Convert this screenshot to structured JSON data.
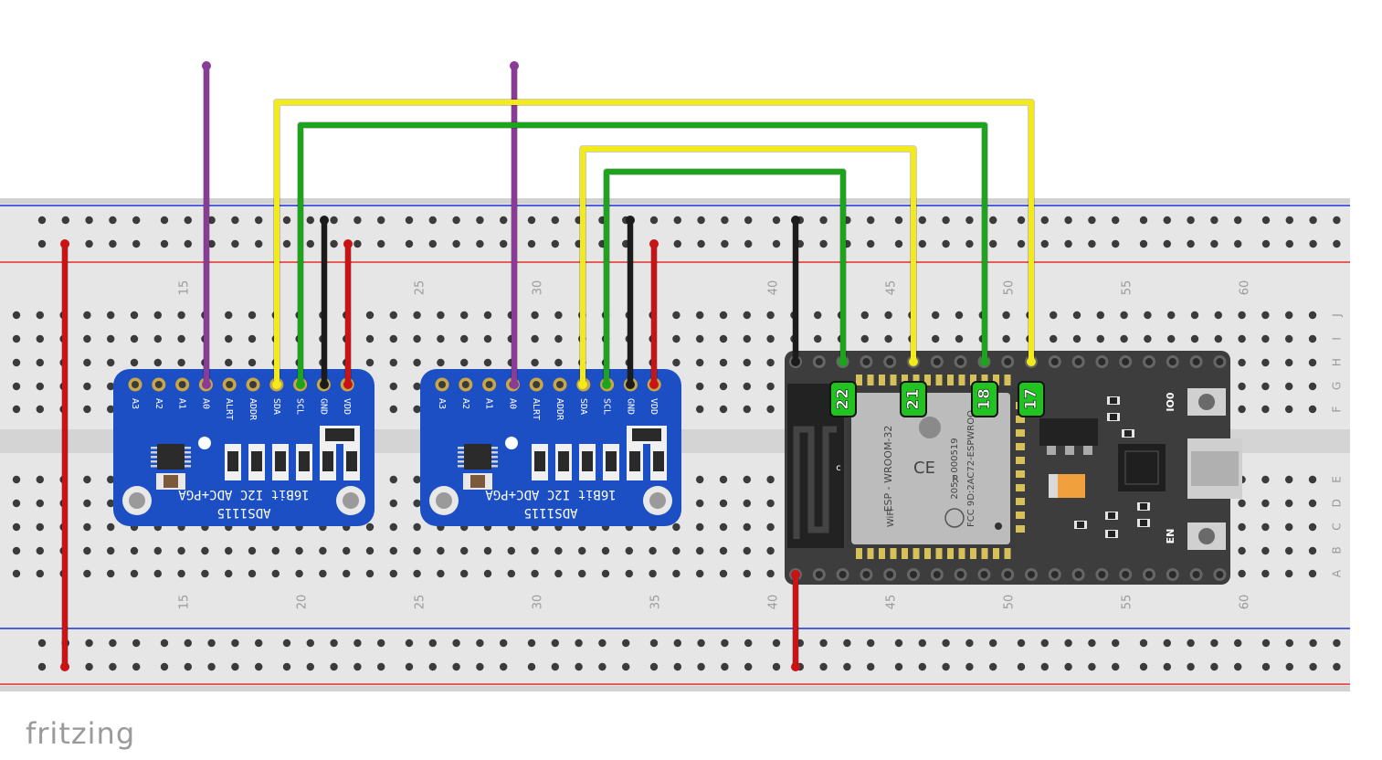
{
  "colors": {
    "board_bg": "#e8e8e8",
    "rail_blue": "#1f33d6",
    "rail_red": "#e0312c",
    "hole": "#3b3b3b",
    "adc_blue": "#1d4fc4",
    "esp_board": "#3d3d3d",
    "wire_yellow": "#f2ea1a",
    "wire_green": "#1ca41c",
    "wire_purple": "#8a3b98",
    "wire_black": "#1b1b1b",
    "wire_red": "#c81414",
    "pin_tag": "#21c321"
  },
  "breadboard": {
    "column_labels": [
      "15",
      "20",
      "25",
      "30",
      "35",
      "40",
      "45",
      "50",
      "55",
      "60"
    ],
    "top_column_labels": [
      "15",
      "25",
      "30",
      "40",
      "45",
      "50",
      "55",
      "60"
    ],
    "row_labels_top": [
      "J",
      "I",
      "H",
      "G",
      "F"
    ],
    "row_labels_bottom": [
      "E",
      "D",
      "C",
      "B",
      "A"
    ]
  },
  "adc_modules": [
    {
      "pins": [
        "A3",
        "A2",
        "A1",
        "A0",
        "ALRT",
        "ADDR",
        "SDA",
        "SCL",
        "GND",
        "VDD"
      ],
      "name": "ADS1115",
      "desc": "16Bit I2C ADC+PGA"
    },
    {
      "pins": [
        "A3",
        "A2",
        "A1",
        "A0",
        "ALRT",
        "ADDR",
        "SDA",
        "SCL",
        "GND",
        "VDD"
      ],
      "name": "ADS1115",
      "desc": "16Bit I2C ADC+PGA"
    }
  ],
  "esp32": {
    "module_line1": "ESP - WROOM-32",
    "module_line2": "205 - 000519",
    "module_fcc": "FCC 9D:2AC72-ESPWROO",
    "button_io0": "IO0",
    "button_en": "EN",
    "label_c": "c",
    "ce_mark": "CE",
    "r_mark": "R",
    "wifi_mark": "WiFi",
    "pin_tags": [
      "22",
      "21",
      "18",
      "17"
    ]
  },
  "watermark": "fritzing"
}
